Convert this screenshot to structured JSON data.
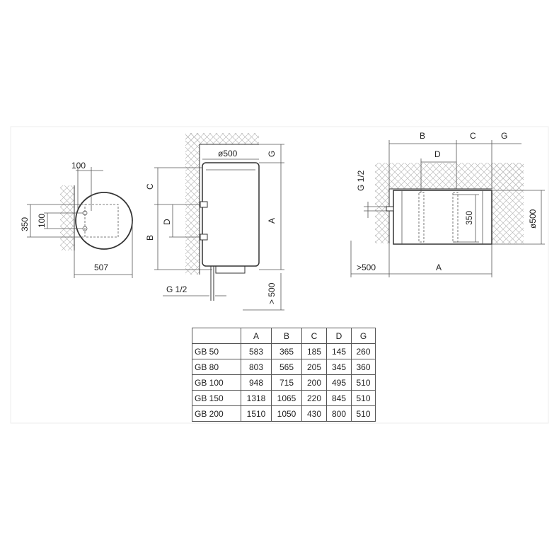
{
  "top_view": {
    "dim_pipe_spacing": "100",
    "dim_bracket_height": "350",
    "dim_bracket_inner": "100",
    "dim_diameter": "507"
  },
  "side_view": {
    "dim_diameter": "ø500",
    "dim_G": "G",
    "dim_C": "C",
    "dim_D": "D",
    "dim_B": "B",
    "dim_A": "A",
    "pipe_thread": "G 1/2",
    "dim_clearance": "> 500"
  },
  "horizontal_view": {
    "dim_B": "B",
    "dim_C": "C",
    "dim_G": "G",
    "dim_D": "D",
    "pipe_thread": "G 1/2",
    "dim_350": "350",
    "dim_diameter": "ø500",
    "dim_clearance": ">500",
    "dim_A": "A"
  },
  "table": {
    "headers": [
      "",
      "A",
      "B",
      "C",
      "D",
      "G"
    ],
    "rows": [
      [
        "GB 50",
        "583",
        "365",
        "185",
        "145",
        "260"
      ],
      [
        "GB 80",
        "803",
        "565",
        "205",
        "345",
        "360"
      ],
      [
        "GB 100",
        "948",
        "715",
        "200",
        "495",
        "510"
      ],
      [
        "GB 150",
        "1318",
        "1065",
        "220",
        "845",
        "510"
      ],
      [
        "GB 200",
        "1510",
        "1050",
        "430",
        "800",
        "510"
      ]
    ]
  }
}
